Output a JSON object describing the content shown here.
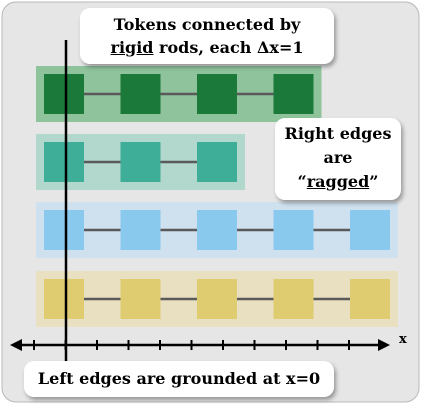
{
  "callouts": {
    "top": {
      "line1": "Tokens connected by",
      "line2_em": "rigid",
      "line2_rest": " rods, each Δx=1"
    },
    "right": {
      "line1": "Right edges",
      "line2": "are",
      "open_quote": "“",
      "em": "ragged",
      "close_quote": "”"
    },
    "bottom": "Left edges are grounded at x=0"
  },
  "axis": {
    "label": "x",
    "tick_count": 14
  },
  "rows": [
    {
      "name": "row-1",
      "tokens": 4,
      "band_color": "#8ec39c",
      "token_color": "#1b7a39"
    },
    {
      "name": "row-2",
      "tokens": 3,
      "band_color": "#b2d7cc",
      "token_color": "#3fae98"
    },
    {
      "name": "row-3",
      "tokens": 5,
      "band_color": "#cfe0ee",
      "token_color": "#89c9ee"
    },
    {
      "name": "row-4",
      "tokens": 5,
      "band_color": "#e8e0c0",
      "token_color": "#e0cc70"
    }
  ],
  "colors": {
    "panel": "#e6e6e6",
    "rod": "#5a5a5a",
    "axis": "#000000"
  }
}
